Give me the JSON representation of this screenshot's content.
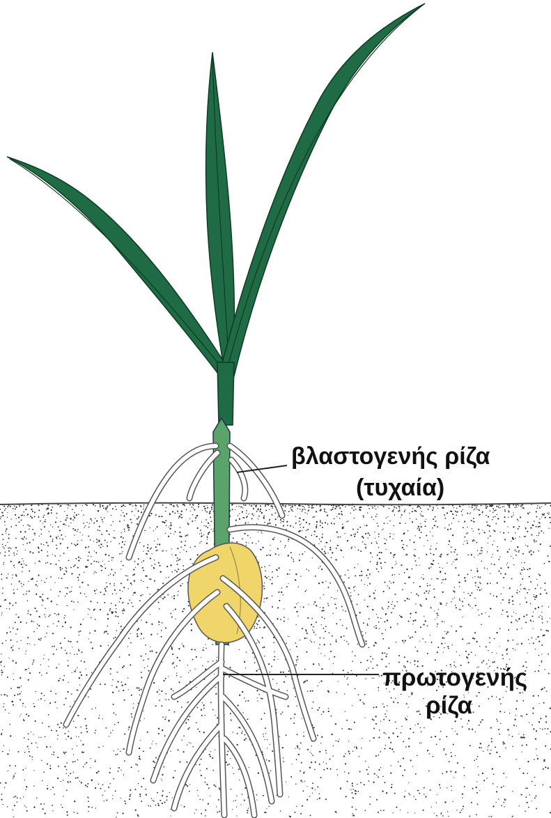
{
  "labels": {
    "adventitious_root_line1": "βλαστογενής ρίζα",
    "adventitious_root_line2": "(τυχαία)",
    "primary_root_line1": "πρωτογενής",
    "primary_root_line2": "ρίζα"
  },
  "colors": {
    "leaf": "#1f6b45",
    "leaf_dark": "#0d3b22",
    "stem": "#5aa36a",
    "seed": "#f0d56a",
    "root": "#ffffff",
    "soil_dots": "#333333",
    "soil_line": "#444444"
  }
}
